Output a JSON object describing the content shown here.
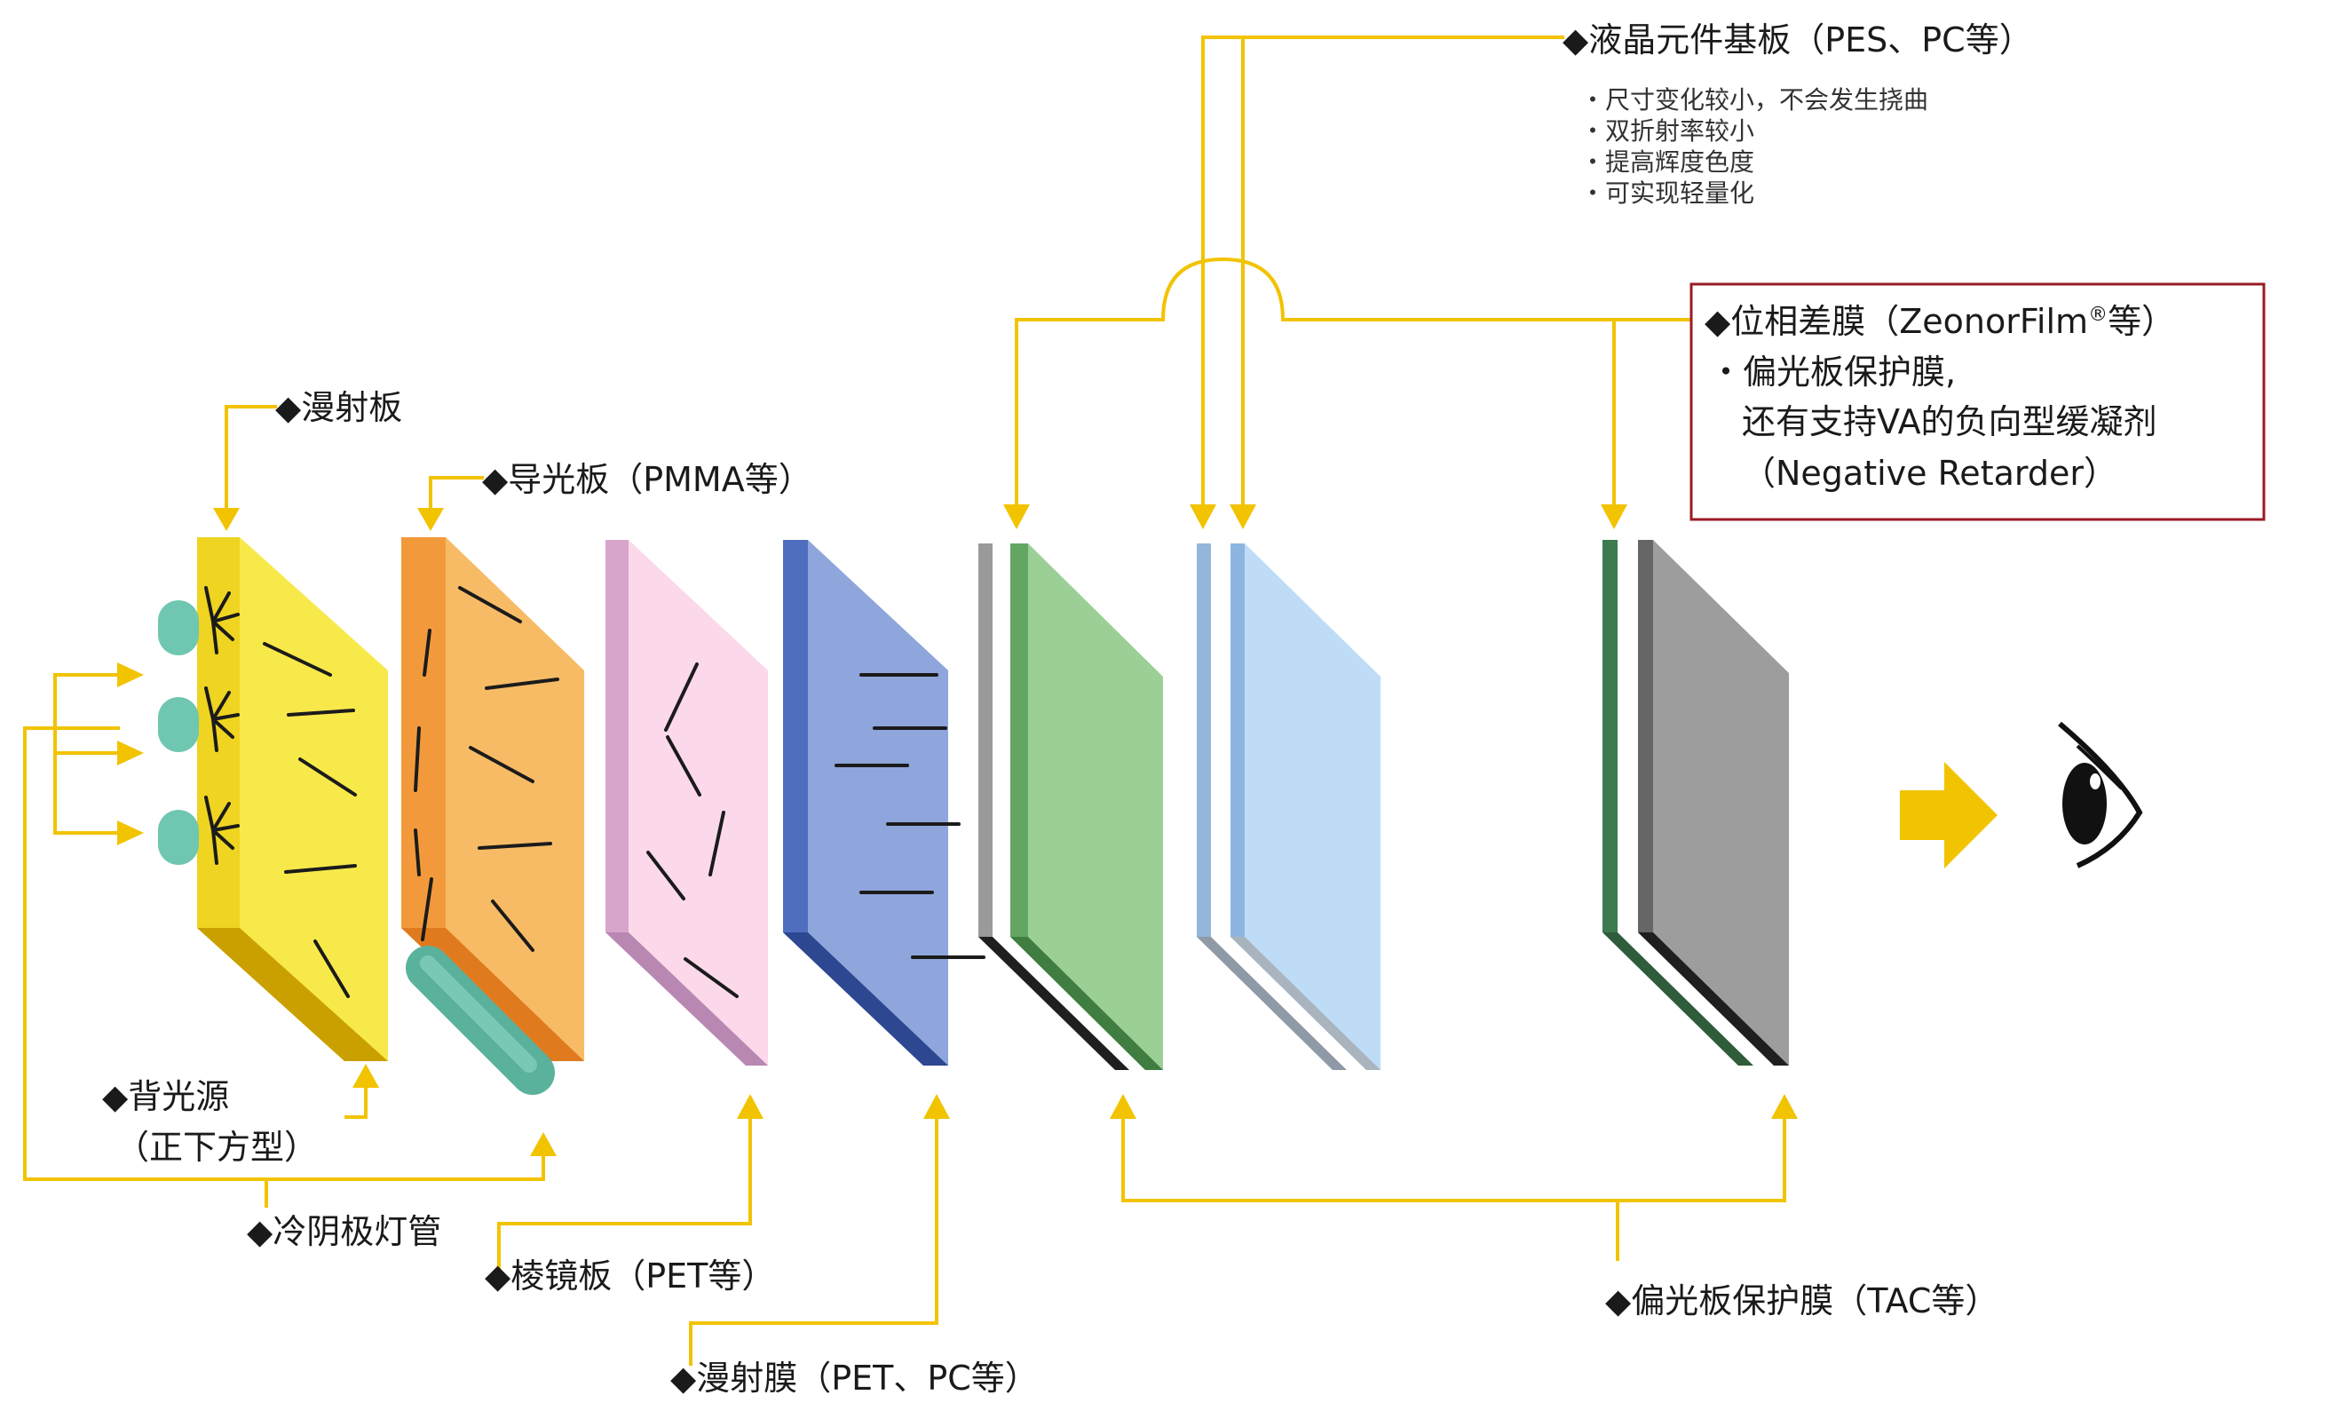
{
  "colors": {
    "connector": "#f2c300",
    "callout_border": "#9a1c24"
  },
  "icons": [
    "diamond-bullet",
    "eye-icon",
    "direction-arrow-icon"
  ],
  "labels": {
    "diffuser_plate": "◆漫射板",
    "light_guide_plate": "◆导光板（PMMA等）",
    "backlight": "◆背光源",
    "backlight_type": "（正下方型）",
    "ccfl": "◆冷阴极灯管",
    "prism_sheet": "◆棱镜板（PET等）",
    "diffuser_film": "◆漫射膜（PET、PC等）",
    "lc_substrate": "◆液晶元件基板（PES、PC等）",
    "lc_features": [
      "・尺寸变化较小，不会发生挠曲",
      "・双折射率较小",
      "・提高辉度色度",
      "・可实现轻量化"
    ],
    "retarder": "◆位相差膜（ZeonorFilm",
    "retarder_reg": "®",
    "retarder_tail": "等）",
    "retarder_notes": [
      "・偏光板保护膜,",
      "还有支持VA的负向型缓凝剂",
      "（Negative Retarder）"
    ],
    "polarizer_protect": "◆偏光板保护膜（TAC等）"
  }
}
